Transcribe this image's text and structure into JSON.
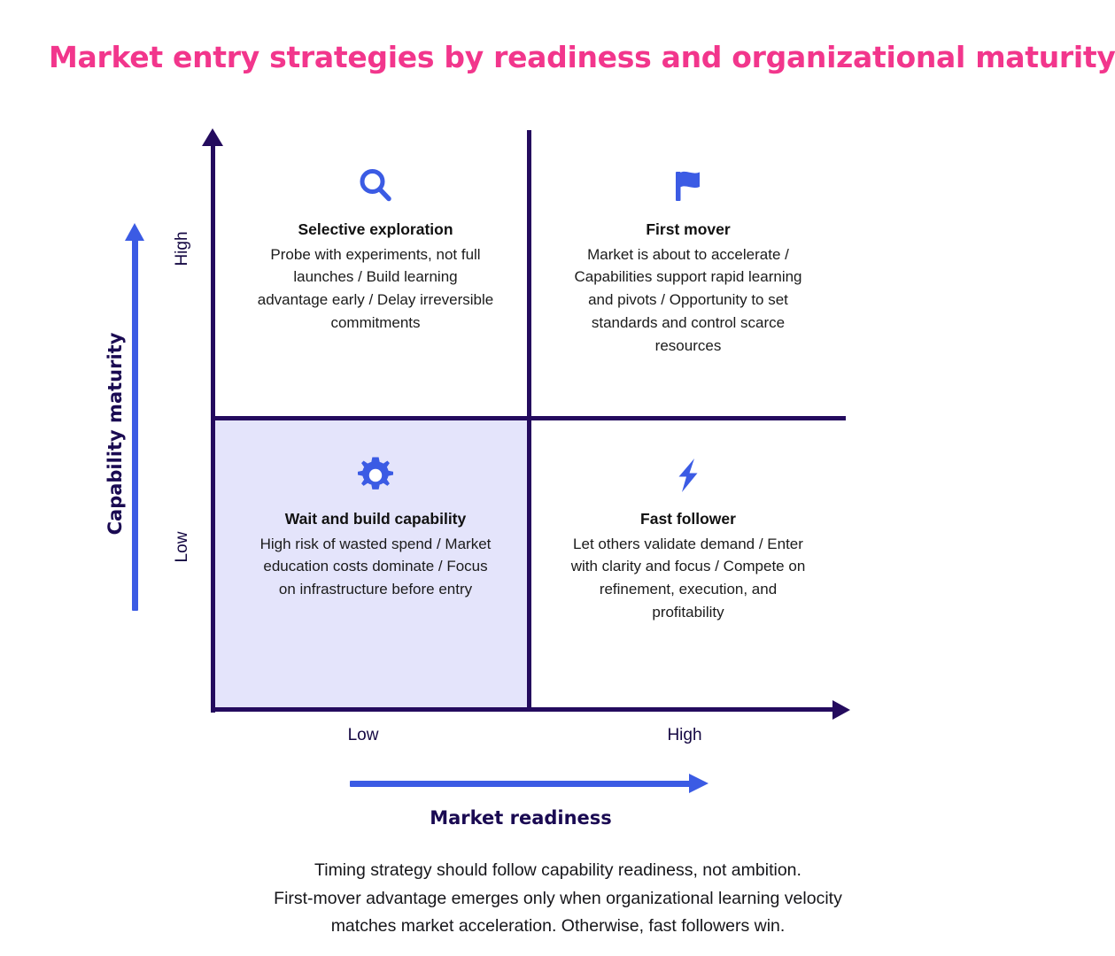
{
  "title": "Market entry strategies by readiness and organizational maturity",
  "colors": {
    "title_pink": "#F2368C",
    "axis_navy": "#240B5E",
    "accent_blue": "#3B5BE4",
    "highlight_fill": "#E4E4FB",
    "body_text": "#15151a"
  },
  "axes": {
    "y": {
      "label": "Capability maturity",
      "ticks": {
        "high": "High",
        "low": "Low"
      }
    },
    "x": {
      "label": "Market readiness",
      "ticks": {
        "low": "Low",
        "high": "High"
      }
    }
  },
  "quadrants": [
    {
      "id": "top-left",
      "icon": "search-icon",
      "title": "Selective exploration",
      "body": "Probe with experiments, not full launches / Build learning advantage early / Delay irreversible commitments",
      "highlighted": false
    },
    {
      "id": "top-right",
      "icon": "flag-icon",
      "title": "First mover",
      "body": "Market is about to accelerate / Capabilities support rapid learning and pivots / Opportunity to set standards and control scarce resources",
      "highlighted": false
    },
    {
      "id": "bottom-left",
      "icon": "gear-icon",
      "title": "Wait and build capability",
      "body": "High risk of wasted spend / Market education costs dominate / Focus on infrastructure before entry",
      "highlighted": true
    },
    {
      "id": "bottom-right",
      "icon": "lightning-bolt-icon",
      "title": "Fast follower",
      "body": "Let others validate demand / Enter with clarity and focus / Compete on refinement, execution, and profitability",
      "highlighted": false
    }
  ],
  "caption": {
    "line1": "Timing strategy should follow capability readiness, not ambition.",
    "line2": "First-mover advantage emerges only when organizational learning velocity",
    "line3": "matches market acceleration. Otherwise, fast followers win."
  }
}
